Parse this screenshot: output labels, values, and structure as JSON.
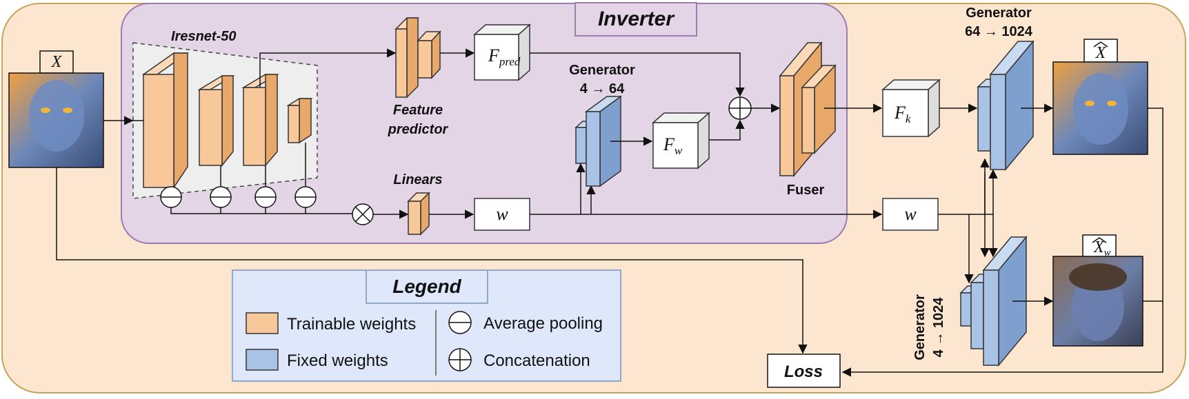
{
  "inverter": {
    "title": "Inverter"
  },
  "iresnet": {
    "title": "Iresnet-50"
  },
  "feature_predictor": {
    "line1": "Feature",
    "line2": "predictor"
  },
  "f_pred": {
    "base": "F",
    "sub": "pred"
  },
  "linears": {
    "label": "Linears"
  },
  "w_inner": {
    "label": "w"
  },
  "gen_small": {
    "line1": "Generator",
    "line2": "4 → 64"
  },
  "f_w": {
    "base": "F",
    "sub": "w"
  },
  "fuser": {
    "label": "Fuser"
  },
  "f_k": {
    "base": "F",
    "sub": "k"
  },
  "gen_top": {
    "line1": "Generator",
    "line2": "64 → 1024"
  },
  "w_outer": {
    "label": "w"
  },
  "gen_bottom": {
    "line1": "Generator",
    "line2": "4 → 1024"
  },
  "input": {
    "label": "X"
  },
  "output_top": {
    "label": "X"
  },
  "output_bottom": {
    "label": "X",
    "sub": "w"
  },
  "loss": {
    "label": "Loss"
  },
  "legend": {
    "title": "Legend",
    "trainable": "Trainable weights",
    "fixed": "Fixed weights",
    "pool": "Average pooling",
    "concat": "Concatenation"
  },
  "colors": {
    "background": "#fde6cf",
    "inverter": "#e3d4e6",
    "trainable": "#f9c89a",
    "fixed": "#a9c3e6",
    "legend_bg": "#dfe8fa"
  }
}
